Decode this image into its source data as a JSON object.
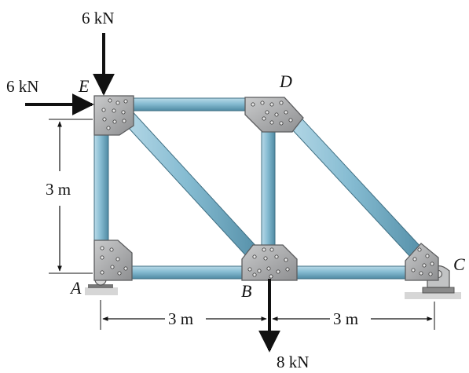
{
  "nodes": {
    "A": "A",
    "B": "B",
    "C": "C",
    "D": "D",
    "E": "E"
  },
  "loads": {
    "top_vertical": "6 kN",
    "left_horizontal": "6 kN",
    "bottom_vertical": "8 kN"
  },
  "dimensions": {
    "height": "3 m",
    "span_left": "3 m",
    "span_right": "3 m"
  },
  "colors": {
    "member_fill": "#7fb5cc",
    "member_dark": "#4f8aa3",
    "member_light": "#b9dae8",
    "gusset": "#a9aaab",
    "gusset_dark": "#6d6e70",
    "ground": "#d6d6d6",
    "ink": "#111111"
  }
}
